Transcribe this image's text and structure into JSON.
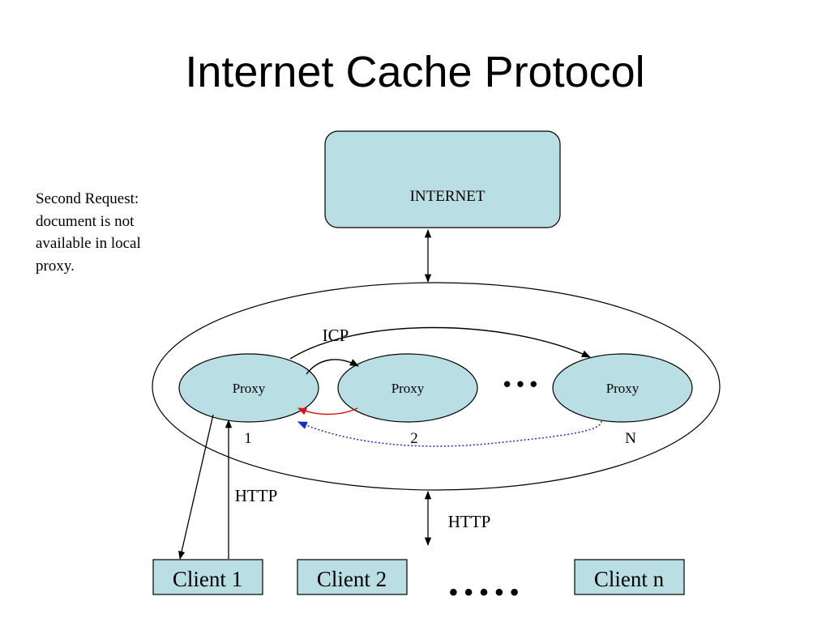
{
  "title": "Internet Cache Protocol",
  "note": {
    "lines": [
      "Second Request:",
      "document is not",
      "available in local",
      "proxy."
    ]
  },
  "internet": {
    "label": "INTERNET",
    "color": "#b9dfe4"
  },
  "proxies": [
    {
      "label": "Proxy",
      "number": "1"
    },
    {
      "label": "Proxy",
      "number": "2"
    },
    {
      "label": "Proxy",
      "number": "N"
    }
  ],
  "proxy_ellipsis": "• • •",
  "icp_label": "ICP",
  "http_label_client": "HTTP",
  "http_label_group": "HTTP",
  "clients": [
    {
      "label": "Client 1"
    },
    {
      "label": "Client 2"
    },
    {
      "label": "Client n"
    }
  ],
  "client_ellipsis": "• • • • •",
  "colors": {
    "fill": "#b9dfe4",
    "reply_arrow": "#e01010",
    "dotted_arrow": "#1a2fc0"
  }
}
